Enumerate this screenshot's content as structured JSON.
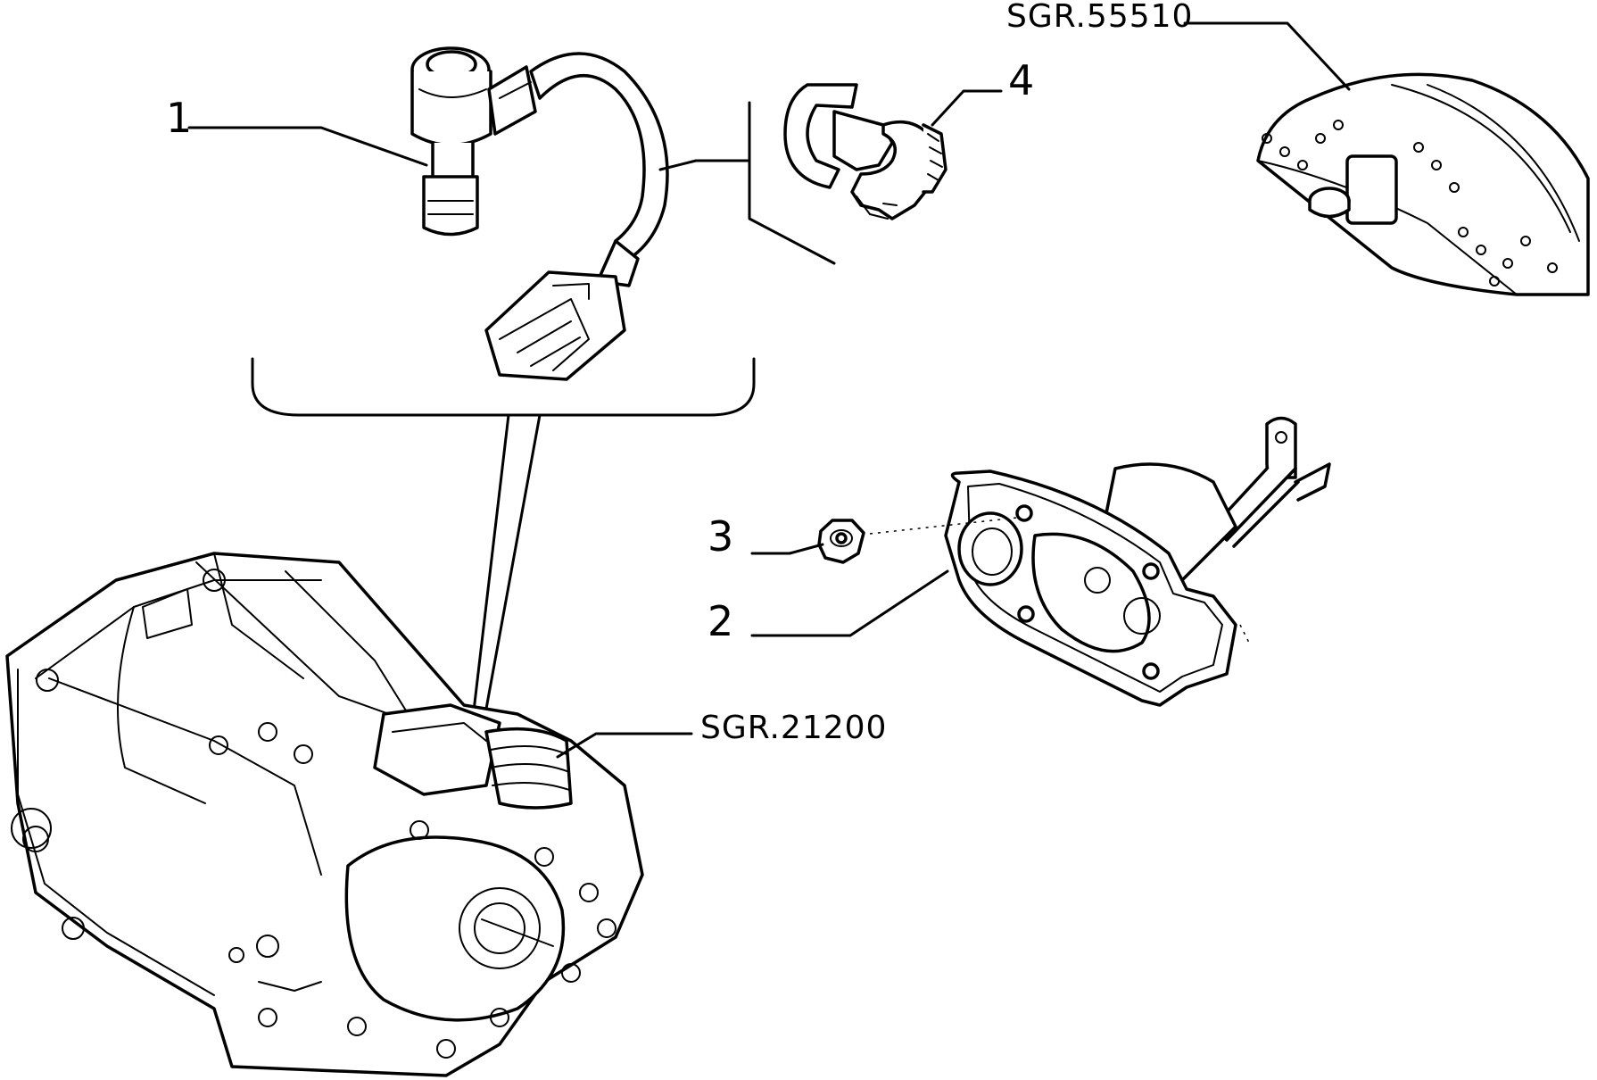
{
  "callouts": {
    "part_1": "1",
    "part_2": "2",
    "part_3": "3",
    "part_4": "4",
    "ref_speedometer": "SGR.55510",
    "ref_gearbox": "SGR.21200"
  }
}
